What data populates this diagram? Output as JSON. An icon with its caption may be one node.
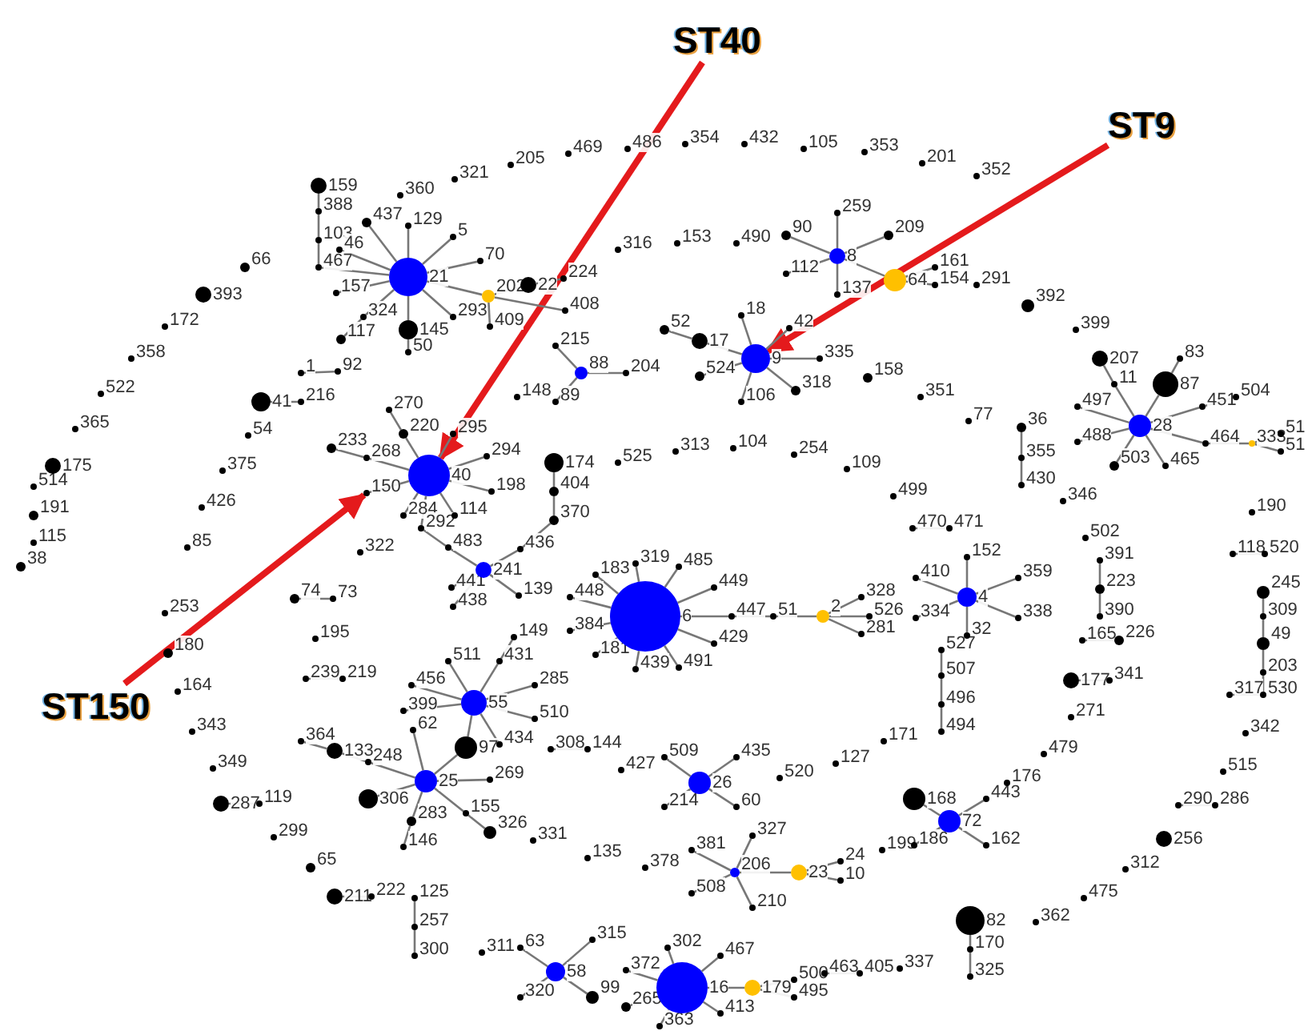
{
  "diagram": {
    "nodes": [
      {
        "text": [
          "ST40"
        ]
      },
      {
        "text": [
          "ST9"
        ]
      },
      {
        "text": [
          "ST150"
        ]
      },
      {
        "text": [
          "159"
        ]
      },
      {
        "text": [
          "388"
        ]
      },
      {
        "text": [
          "103"
        ]
      },
      {
        "text": [
          "467"
        ]
      },
      {
        "text": [
          "360"
        ]
      },
      {
        "text": [
          "437"
        ]
      },
      {
        "text": [
          "129"
        ]
      },
      {
        "text": [
          "5"
        ]
      },
      {
        "text": [
          "21"
        ]
      },
      {
        "text": [
          "70"
        ]
      },
      {
        "text": [
          "46"
        ]
      },
      {
        "text": [
          "157"
        ]
      },
      {
        "text": [
          "324"
        ]
      },
      {
        "text": [
          "293"
        ]
      },
      {
        "text": [
          "145"
        ]
      },
      {
        "text": [
          "50"
        ]
      },
      {
        "text": [
          "202"
        ]
      },
      {
        "text": [
          "22"
        ]
      },
      {
        "text": [
          "224"
        ]
      },
      {
        "text": [
          "409"
        ]
      },
      {
        "text": [
          "408"
        ]
      },
      {
        "text": [
          "117"
        ]
      },
      {
        "text": [
          "1"
        ]
      },
      {
        "text": [
          "92"
        ]
      },
      {
        "text": [
          "41"
        ]
      },
      {
        "text": [
          "216"
        ]
      },
      {
        "text": [
          "321"
        ]
      },
      {
        "text": [
          "205"
        ]
      },
      {
        "text": [
          "469"
        ]
      },
      {
        "text": [
          "486"
        ]
      },
      {
        "text": [
          "354"
        ]
      },
      {
        "text": [
          "432"
        ]
      },
      {
        "text": [
          "105"
        ]
      },
      {
        "text": [
          "353"
        ]
      },
      {
        "text": [
          "201"
        ]
      },
      {
        "text": [
          "352"
        ]
      },
      {
        "text": [
          "66"
        ]
      },
      {
        "text": [
          "393"
        ]
      },
      {
        "text": [
          "172"
        ]
      },
      {
        "text": [
          "358"
        ]
      },
      {
        "text": [
          "522"
        ]
      },
      {
        "text": [
          "365"
        ]
      },
      {
        "text": [
          "175"
        ]
      },
      {
        "text": [
          "514"
        ]
      },
      {
        "text": [
          "191"
        ]
      },
      {
        "text": [
          "115"
        ]
      },
      {
        "text": [
          "38"
        ]
      },
      {
        "text": [
          "54"
        ]
      },
      {
        "text": [
          "375"
        ]
      },
      {
        "text": [
          "426"
        ]
      },
      {
        "text": [
          "85"
        ]
      },
      {
        "text": [
          "322"
        ]
      },
      {
        "text": [
          "316"
        ]
      },
      {
        "text": [
          "153"
        ]
      },
      {
        "text": [
          "490"
        ]
      },
      {
        "text": [
          "259"
        ]
      },
      {
        "text": [
          "90"
        ]
      },
      {
        "text": [
          "112"
        ]
      },
      {
        "text": [
          "8"
        ]
      },
      {
        "text": [
          "137"
        ]
      },
      {
        "text": [
          "209"
        ]
      },
      {
        "text": [
          "64"
        ]
      },
      {
        "text": [
          "161"
        ]
      },
      {
        "text": [
          "154"
        ]
      },
      {
        "text": [
          "291"
        ]
      },
      {
        "text": [
          "392"
        ]
      },
      {
        "text": [
          "399"
        ]
      },
      {
        "text": [
          "215"
        ]
      },
      {
        "text": [
          "88"
        ]
      },
      {
        "text": [
          "204"
        ]
      },
      {
        "text": [
          "148"
        ]
      },
      {
        "text": [
          "89"
        ]
      },
      {
        "text": [
          "52"
        ]
      },
      {
        "text": [
          "17"
        ]
      },
      {
        "text": [
          "18"
        ]
      },
      {
        "text": [
          "42"
        ]
      },
      {
        "text": [
          "9"
        ]
      },
      {
        "text": [
          "335"
        ]
      },
      {
        "text": [
          "524"
        ]
      },
      {
        "text": [
          "318"
        ]
      },
      {
        "text": [
          "106"
        ]
      },
      {
        "text": [
          "158"
        ]
      },
      {
        "text": [
          "351"
        ]
      },
      {
        "text": [
          "77"
        ]
      },
      {
        "text": [
          "207"
        ]
      },
      {
        "text": [
          "83"
        ]
      },
      {
        "text": [
          "87"
        ]
      },
      {
        "text": [
          "11"
        ]
      },
      {
        "text": [
          "497"
        ]
      },
      {
        "text": [
          "451"
        ]
      },
      {
        "text": [
          "504"
        ]
      },
      {
        "text": [
          "28"
        ]
      },
      {
        "text": [
          "36"
        ]
      },
      {
        "text": [
          "355"
        ]
      },
      {
        "text": [
          "430"
        ]
      },
      {
        "text": [
          "488"
        ]
      },
      {
        "text": [
          "464"
        ]
      },
      {
        "text": [
          "333"
        ]
      },
      {
        "text": [
          "51"
        ]
      },
      {
        "text": [
          "51"
        ]
      },
      {
        "text": [
          "503"
        ]
      },
      {
        "text": [
          "465"
        ]
      },
      {
        "text": [
          "270"
        ]
      },
      {
        "text": [
          "220"
        ]
      },
      {
        "text": [
          "233"
        ]
      },
      {
        "text": [
          "268"
        ]
      },
      {
        "text": [
          "40"
        ]
      },
      {
        "text": [
          "295"
        ]
      },
      {
        "text": [
          "294"
        ]
      },
      {
        "text": [
          "198"
        ]
      },
      {
        "text": [
          "150"
        ]
      },
      {
        "text": [
          "284"
        ]
      },
      {
        "text": [
          "114"
        ]
      },
      {
        "text": [
          "292"
        ]
      },
      {
        "text": [
          "313"
        ]
      },
      {
        "text": [
          "104"
        ]
      },
      {
        "text": [
          "254"
        ]
      },
      {
        "text": [
          "525"
        ]
      },
      {
        "text": [
          "109"
        ]
      },
      {
        "text": [
          "174"
        ]
      },
      {
        "text": [
          "404"
        ]
      },
      {
        "text": [
          "370"
        ]
      },
      {
        "text": [
          "436"
        ]
      },
      {
        "text": [
          "483"
        ]
      },
      {
        "text": [
          "241"
        ]
      },
      {
        "text": [
          "139"
        ]
      },
      {
        "text": [
          "441"
        ]
      },
      {
        "text": [
          "438"
        ]
      },
      {
        "text": [
          "499"
        ]
      },
      {
        "text": [
          "346"
        ]
      },
      {
        "text": [
          "190"
        ]
      },
      {
        "text": [
          "470"
        ]
      },
      {
        "text": [
          "471"
        ]
      },
      {
        "text": [
          "502"
        ]
      },
      {
        "text": [
          "118"
        ]
      },
      {
        "text": [
          "520"
        ]
      },
      {
        "text": [
          "391"
        ]
      },
      {
        "text": [
          "223"
        ]
      },
      {
        "text": [
          "390"
        ]
      },
      {
        "text": [
          "152"
        ]
      },
      {
        "text": [
          "410"
        ]
      },
      {
        "text": [
          "359"
        ]
      },
      {
        "text": [
          "4"
        ]
      },
      {
        "text": [
          "334"
        ]
      },
      {
        "text": [
          "338"
        ]
      },
      {
        "text": [
          "32"
        ]
      },
      {
        "text": [
          "245"
        ]
      },
      {
        "text": [
          "309"
        ]
      },
      {
        "text": [
          "49"
        ]
      },
      {
        "text": [
          "203"
        ]
      },
      {
        "text": [
          "317"
        ]
      },
      {
        "text": [
          "530"
        ]
      },
      {
        "text": [
          "165"
        ]
      },
      {
        "text": [
          "226"
        ]
      },
      {
        "text": [
          "527"
        ]
      },
      {
        "text": [
          "507"
        ]
      },
      {
        "text": [
          "496"
        ]
      },
      {
        "text": [
          "494"
        ]
      },
      {
        "text": [
          "177"
        ]
      },
      {
        "text": [
          "341"
        ]
      },
      {
        "text": [
          "271"
        ]
      },
      {
        "text": [
          "6"
        ]
      },
      {
        "text": [
          "183"
        ]
      },
      {
        "text": [
          "319"
        ]
      },
      {
        "text": [
          "485"
        ]
      },
      {
        "text": [
          "449"
        ]
      },
      {
        "text": [
          "448"
        ]
      },
      {
        "text": [
          "384"
        ]
      },
      {
        "text": [
          "181"
        ]
      },
      {
        "text": [
          "439"
        ]
      },
      {
        "text": [
          "491"
        ]
      },
      {
        "text": [
          "429"
        ]
      },
      {
        "text": [
          "447"
        ]
      },
      {
        "text": [
          "51"
        ]
      },
      {
        "text": [
          "2"
        ]
      },
      {
        "text": [
          "328"
        ]
      },
      {
        "text": [
          "526"
        ]
      },
      {
        "text": [
          "281"
        ]
      },
      {
        "text": [
          "74"
        ]
      },
      {
        "text": [
          "73"
        ]
      },
      {
        "text": [
          "253"
        ]
      },
      {
        "text": [
          "195"
        ]
      },
      {
        "text": [
          "180"
        ]
      },
      {
        "text": [
          "239"
        ]
      },
      {
        "text": [
          "219"
        ]
      },
      {
        "text": [
          "164"
        ]
      },
      {
        "text": [
          "343"
        ]
      },
      {
        "text": [
          "349"
        ]
      },
      {
        "text": [
          "287"
        ]
      },
      {
        "text": [
          "119"
        ]
      },
      {
        "text": [
          "299"
        ]
      },
      {
        "text": [
          "65"
        ]
      },
      {
        "text": [
          "211"
        ]
      },
      {
        "text": [
          "222"
        ]
      },
      {
        "text": [
          "125"
        ]
      },
      {
        "text": [
          "257"
        ]
      },
      {
        "text": [
          "300"
        ]
      },
      {
        "text": [
          "456"
        ]
      },
      {
        "text": [
          "511"
        ]
      },
      {
        "text": [
          "149"
        ]
      },
      {
        "text": [
          "431"
        ]
      },
      {
        "text": [
          "285"
        ]
      },
      {
        "text": [
          "399"
        ]
      },
      {
        "text": [
          "62"
        ]
      },
      {
        "text": [
          "55"
        ]
      },
      {
        "text": [
          "510"
        ]
      },
      {
        "text": [
          "434"
        ]
      },
      {
        "text": [
          "97"
        ]
      },
      {
        "text": [
          "364"
        ]
      },
      {
        "text": [
          "133"
        ]
      },
      {
        "text": [
          "248"
        ]
      },
      {
        "text": [
          "306"
        ]
      },
      {
        "text": [
          "25"
        ]
      },
      {
        "text": [
          "269"
        ]
      },
      {
        "text": [
          "283"
        ]
      },
      {
        "text": [
          "146"
        ]
      },
      {
        "text": [
          "155"
        ]
      },
      {
        "text": [
          "326"
        ]
      },
      {
        "text": [
          "308"
        ]
      },
      {
        "text": [
          "144"
        ]
      },
      {
        "text": [
          "427"
        ]
      },
      {
        "text": [
          "509"
        ]
      },
      {
        "text": [
          "435"
        ]
      },
      {
        "text": [
          "26"
        ]
      },
      {
        "text": [
          "214"
        ]
      },
      {
        "text": [
          "60"
        ]
      },
      {
        "text": [
          "520"
        ]
      },
      {
        "text": [
          "127"
        ]
      },
      {
        "text": [
          "171"
        ]
      },
      {
        "text": [
          "479"
        ]
      },
      {
        "text": [
          "176"
        ]
      },
      {
        "text": [
          "342"
        ]
      },
      {
        "text": [
          "515"
        ]
      },
      {
        "text": [
          "290"
        ]
      },
      {
        "text": [
          "286"
        ]
      },
      {
        "text": [
          "168"
        ]
      },
      {
        "text": [
          "443"
        ]
      },
      {
        "text": [
          "72"
        ]
      },
      {
        "text": [
          "186"
        ]
      },
      {
        "text": [
          "162"
        ]
      },
      {
        "text": [
          "199"
        ]
      },
      {
        "text": [
          "256"
        ]
      },
      {
        "text": [
          "331"
        ]
      },
      {
        "text": [
          "135"
        ]
      },
      {
        "text": [
          "378"
        ]
      },
      {
        "text": [
          "381"
        ]
      },
      {
        "text": [
          "327"
        ]
      },
      {
        "text": [
          "206"
        ]
      },
      {
        "text": [
          "23"
        ]
      },
      {
        "text": [
          "24"
        ]
      },
      {
        "text": [
          "10"
        ]
      },
      {
        "text": [
          "508"
        ]
      },
      {
        "text": [
          "210"
        ]
      },
      {
        "text": [
          "312"
        ]
      },
      {
        "text": [
          "475"
        ]
      },
      {
        "text": [
          "362"
        ]
      },
      {
        "text": [
          "82"
        ]
      },
      {
        "text": [
          "170"
        ]
      },
      {
        "text": [
          "325"
        ]
      },
      {
        "text": [
          "311"
        ]
      },
      {
        "text": [
          "63"
        ]
      },
      {
        "text": [
          "315"
        ]
      },
      {
        "text": [
          "58"
        ]
      },
      {
        "text": [
          "320"
        ]
      },
      {
        "text": [
          "99"
        ]
      },
      {
        "text": [
          "302"
        ]
      },
      {
        "text": [
          "467"
        ]
      },
      {
        "text": [
          "372"
        ]
      },
      {
        "text": [
          "16"
        ]
      },
      {
        "text": [
          "265"
        ]
      },
      {
        "text": [
          "363"
        ]
      },
      {
        "text": [
          "413"
        ]
      },
      {
        "text": [
          "179"
        ]
      },
      {
        "text": [
          "500"
        ]
      },
      {
        "text": [
          "495"
        ]
      },
      {
        "text": [
          "463"
        ]
      },
      {
        "text": [
          "405"
        ]
      },
      {
        "text": [
          "337"
        ]
      }
    ],
    "edges": [
      {
        "from": 0,
        "to": 109,
        "arrow": "to",
        "style": "thick",
        "color": "#e41a1c"
      },
      {
        "from": 1,
        "to": 79,
        "arrow": "to",
        "style": "thick",
        "color": "#e41a1c"
      },
      {
        "from": 2,
        "to": 113,
        "arrow": "to",
        "style": "thick",
        "color": "#e41a1c"
      },
      {
        "from": 3,
        "to": 4,
        "arrow": "none"
      },
      {
        "from": 4,
        "to": 5,
        "arrow": "none"
      },
      {
        "from": 5,
        "to": 6,
        "arrow": "none"
      },
      {
        "from": 6,
        "to": 11,
        "arrow": "none"
      },
      {
        "from": 11,
        "to": 8,
        "arrow": "none"
      },
      {
        "from": 11,
        "to": 9,
        "arrow": "none"
      },
      {
        "from": 11,
        "to": 10,
        "arrow": "none"
      },
      {
        "from": 11,
        "to": 12,
        "arrow": "none"
      },
      {
        "from": 11,
        "to": 13,
        "arrow": "none"
      },
      {
        "from": 11,
        "to": 14,
        "arrow": "none"
      },
      {
        "from": 11,
        "to": 15,
        "arrow": "none"
      },
      {
        "from": 15,
        "to": 24,
        "arrow": "none"
      },
      {
        "from": 11,
        "to": 16,
        "arrow": "none"
      },
      {
        "from": 11,
        "to": 17,
        "arrow": "none"
      },
      {
        "from": 17,
        "to": 18,
        "arrow": "none"
      },
      {
        "from": 11,
        "to": 19,
        "arrow": "none"
      },
      {
        "from": 19,
        "to": 20,
        "arrow": "none"
      },
      {
        "from": 20,
        "to": 21,
        "arrow": "none"
      },
      {
        "from": 19,
        "to": 22,
        "arrow": "none"
      },
      {
        "from": 19,
        "to": 23,
        "arrow": "none"
      },
      {
        "from": 25,
        "to": 26,
        "arrow": "none"
      },
      {
        "from": 27,
        "to": 28,
        "arrow": "none"
      },
      {
        "from": 61,
        "to": 58,
        "arrow": "none"
      },
      {
        "from": 61,
        "to": 59,
        "arrow": "none"
      },
      {
        "from": 61,
        "to": 60,
        "arrow": "none"
      },
      {
        "from": 61,
        "to": 62,
        "arrow": "none"
      },
      {
        "from": 61,
        "to": 63,
        "arrow": "none"
      },
      {
        "from": 61,
        "to": 64,
        "arrow": "none"
      },
      {
        "from": 64,
        "to": 65,
        "arrow": "none"
      },
      {
        "from": 64,
        "to": 66,
        "arrow": "none"
      },
      {
        "from": 71,
        "to": 70,
        "arrow": "none"
      },
      {
        "from": 71,
        "to": 72,
        "arrow": "none"
      },
      {
        "from": 71,
        "to": 74,
        "arrow": "none"
      },
      {
        "from": 75,
        "to": 76,
        "arrow": "none"
      },
      {
        "from": 76,
        "to": 79,
        "arrow": "none"
      },
      {
        "from": 79,
        "to": 77,
        "arrow": "none"
      },
      {
        "from": 79,
        "to": 78,
        "arrow": "none"
      },
      {
        "from": 79,
        "to": 80,
        "arrow": "none"
      },
      {
        "from": 79,
        "to": 82,
        "arrow": "none"
      },
      {
        "from": 79,
        "to": 83,
        "arrow": "none"
      },
      {
        "from": 79,
        "to": 81,
        "arrow": "none"
      },
      {
        "from": 87,
        "to": 90,
        "arrow": "none"
      },
      {
        "from": 90,
        "to": 94,
        "arrow": "none"
      },
      {
        "from": 88,
        "to": 89,
        "arrow": "none"
      },
      {
        "from": 89,
        "to": 94,
        "arrow": "none"
      },
      {
        "from": 94,
        "to": 91,
        "arrow": "none"
      },
      {
        "from": 94,
        "to": 98,
        "arrow": "none"
      },
      {
        "from": 94,
        "to": 103,
        "arrow": "none"
      },
      {
        "from": 94,
        "to": 104,
        "arrow": "none"
      },
      {
        "from": 94,
        "to": 92,
        "arrow": "none"
      },
      {
        "from": 92,
        "to": 93,
        "arrow": "none"
      },
      {
        "from": 94,
        "to": 99,
        "arrow": "none"
      },
      {
        "from": 99,
        "to": 100,
        "arrow": "none"
      },
      {
        "from": 100,
        "to": 101,
        "arrow": "none"
      },
      {
        "from": 100,
        "to": 102,
        "arrow": "none"
      },
      {
        "from": 95,
        "to": 96,
        "arrow": "none"
      },
      {
        "from": 96,
        "to": 97,
        "arrow": "none"
      },
      {
        "from": 105,
        "to": 106,
        "arrow": "none"
      },
      {
        "from": 106,
        "to": 109,
        "arrow": "none"
      },
      {
        "from": 107,
        "to": 108,
        "arrow": "none"
      },
      {
        "from": 108,
        "to": 109,
        "arrow": "none"
      },
      {
        "from": 109,
        "to": 110,
        "arrow": "none"
      },
      {
        "from": 109,
        "to": 111,
        "arrow": "none"
      },
      {
        "from": 109,
        "to": 112,
        "arrow": "none"
      },
      {
        "from": 109,
        "to": 113,
        "arrow": "none"
      },
      {
        "from": 109,
        "to": 114,
        "arrow": "none"
      },
      {
        "from": 109,
        "to": 115,
        "arrow": "none"
      },
      {
        "from": 109,
        "to": 116,
        "arrow": "none"
      },
      {
        "from": 116,
        "to": 126,
        "arrow": "none"
      },
      {
        "from": 126,
        "to": 127,
        "arrow": "none"
      },
      {
        "from": 122,
        "to": 123,
        "arrow": "none"
      },
      {
        "from": 123,
        "to": 124,
        "arrow": "none"
      },
      {
        "from": 124,
        "to": 125,
        "arrow": "none"
      },
      {
        "from": 125,
        "to": 127,
        "arrow": "none"
      },
      {
        "from": 127,
        "to": 128,
        "arrow": "none"
      },
      {
        "from": 127,
        "to": 129,
        "arrow": "none"
      },
      {
        "from": 127,
        "to": 130,
        "arrow": "none"
      },
      {
        "from": 134,
        "to": 135,
        "arrow": "none"
      },
      {
        "from": 137,
        "to": 138,
        "arrow": "none"
      },
      {
        "from": 139,
        "to": 140,
        "arrow": "none"
      },
      {
        "from": 140,
        "to": 141,
        "arrow": "none"
      },
      {
        "from": 155,
        "to": 156,
        "arrow": "none"
      },
      {
        "from": 145,
        "to": 142,
        "arrow": "none"
      },
      {
        "from": 145,
        "to": 143,
        "arrow": "none"
      },
      {
        "from": 145,
        "to": 144,
        "arrow": "none"
      },
      {
        "from": 145,
        "to": 146,
        "arrow": "none"
      },
      {
        "from": 145,
        "to": 147,
        "arrow": "none"
      },
      {
        "from": 145,
        "to": 148,
        "arrow": "none"
      },
      {
        "from": 149,
        "to": 150,
        "arrow": "none"
      },
      {
        "from": 150,
        "to": 151,
        "arrow": "none"
      },
      {
        "from": 151,
        "to": 152,
        "arrow": "none"
      },
      {
        "from": 152,
        "to": 154,
        "arrow": "none"
      },
      {
        "from": 153,
        "to": 154,
        "arrow": "none"
      },
      {
        "from": 157,
        "to": 158,
        "arrow": "none"
      },
      {
        "from": 158,
        "to": 159,
        "arrow": "none"
      },
      {
        "from": 159,
        "to": 160,
        "arrow": "none"
      },
      {
        "from": 161,
        "to": 162,
        "arrow": "none"
      },
      {
        "from": 164,
        "to": 165,
        "arrow": "none"
      },
      {
        "from": 164,
        "to": 166,
        "arrow": "none"
      },
      {
        "from": 164,
        "to": 167,
        "arrow": "none"
      },
      {
        "from": 164,
        "to": 168,
        "arrow": "none"
      },
      {
        "from": 164,
        "to": 169,
        "arrow": "none"
      },
      {
        "from": 164,
        "to": 170,
        "arrow": "none"
      },
      {
        "from": 164,
        "to": 171,
        "arrow": "none"
      },
      {
        "from": 164,
        "to": 172,
        "arrow": "none"
      },
      {
        "from": 164,
        "to": 173,
        "arrow": "none"
      },
      {
        "from": 164,
        "to": 174,
        "arrow": "none"
      },
      {
        "from": 164,
        "to": 175,
        "arrow": "none"
      },
      {
        "from": 175,
        "to": 176,
        "arrow": "none"
      },
      {
        "from": 176,
        "to": 177,
        "arrow": "none"
      },
      {
        "from": 177,
        "to": 178,
        "arrow": "none"
      },
      {
        "from": 177,
        "to": 179,
        "arrow": "none"
      },
      {
        "from": 177,
        "to": 180,
        "arrow": "none"
      },
      {
        "from": 181,
        "to": 182,
        "arrow": "none"
      },
      {
        "from": 186,
        "to": 187,
        "arrow": "none"
      },
      {
        "from": 191,
        "to": 192,
        "arrow": "none"
      },
      {
        "from": 195,
        "to": 196,
        "arrow": "none"
      },
      {
        "from": 197,
        "to": 198,
        "arrow": "none"
      },
      {
        "from": 198,
        "to": 199,
        "arrow": "none"
      },
      {
        "from": 207,
        "to": 200,
        "arrow": "none"
      },
      {
        "from": 207,
        "to": 201,
        "arrow": "none"
      },
      {
        "from": 207,
        "to": 203,
        "arrow": "none"
      },
      {
        "from": 203,
        "to": 202,
        "arrow": "none"
      },
      {
        "from": 207,
        "to": 204,
        "arrow": "none"
      },
      {
        "from": 207,
        "to": 205,
        "arrow": "none"
      },
      {
        "from": 207,
        "to": 208,
        "arrow": "none"
      },
      {
        "from": 207,
        "to": 209,
        "arrow": "none"
      },
      {
        "from": 207,
        "to": 210,
        "arrow": "none"
      },
      {
        "from": 210,
        "to": 215,
        "arrow": "none"
      },
      {
        "from": 206,
        "to": 215,
        "arrow": "none"
      },
      {
        "from": 211,
        "to": 212,
        "arrow": "none"
      },
      {
        "from": 212,
        "to": 213,
        "arrow": "none"
      },
      {
        "from": 213,
        "to": 215,
        "arrow": "none"
      },
      {
        "from": 214,
        "to": 215,
        "arrow": "none"
      },
      {
        "from": 215,
        "to": 216,
        "arrow": "none"
      },
      {
        "from": 215,
        "to": 217,
        "arrow": "none"
      },
      {
        "from": 217,
        "to": 218,
        "arrow": "none"
      },
      {
        "from": 215,
        "to": 219,
        "arrow": "none"
      },
      {
        "from": 219,
        "to": 220,
        "arrow": "none"
      },
      {
        "from": 221,
        "to": 222,
        "arrow": "none"
      },
      {
        "from": 226,
        "to": 224,
        "arrow": "none"
      },
      {
        "from": 226,
        "to": 225,
        "arrow": "none"
      },
      {
        "from": 226,
        "to": 227,
        "arrow": "none"
      },
      {
        "from": 226,
        "to": 228,
        "arrow": "none"
      },
      {
        "from": 236,
        "to": 237,
        "arrow": "none"
      },
      {
        "from": 238,
        "to": 240,
        "arrow": "none"
      },
      {
        "from": 240,
        "to": 239,
        "arrow": "none"
      },
      {
        "from": 240,
        "to": 241,
        "arrow": "none"
      },
      {
        "from": 240,
        "to": 242,
        "arrow": "none"
      },
      {
        "from": 250,
        "to": 248,
        "arrow": "none"
      },
      {
        "from": 250,
        "to": 249,
        "arrow": "none"
      },
      {
        "from": 250,
        "to": 254,
        "arrow": "none"
      },
      {
        "from": 250,
        "to": 255,
        "arrow": "none"
      },
      {
        "from": 250,
        "to": 251,
        "arrow": "none"
      },
      {
        "from": 251,
        "to": 252,
        "arrow": "none"
      },
      {
        "from": 251,
        "to": 253,
        "arrow": "none"
      },
      {
        "from": 259,
        "to": 260,
        "arrow": "none"
      },
      {
        "from": 260,
        "to": 261,
        "arrow": "none"
      },
      {
        "from": 265,
        "to": 263,
        "arrow": "none"
      },
      {
        "from": 265,
        "to": 264,
        "arrow": "none"
      },
      {
        "from": 265,
        "to": 266,
        "arrow": "none"
      },
      {
        "from": 265,
        "to": 267,
        "arrow": "none"
      },
      {
        "from": 271,
        "to": 268,
        "arrow": "none"
      },
      {
        "from": 271,
        "to": 269,
        "arrow": "none"
      },
      {
        "from": 271,
        "to": 270,
        "arrow": "none"
      },
      {
        "from": 271,
        "to": 272,
        "arrow": "none"
      },
      {
        "from": 271,
        "to": 273,
        "arrow": "none"
      },
      {
        "from": 271,
        "to": 274,
        "arrow": "none"
      },
      {
        "from": 271,
        "to": 275,
        "arrow": "none"
      },
      {
        "from": 275,
        "to": 276,
        "arrow": "none"
      },
      {
        "from": 275,
        "to": 277,
        "arrow": "none"
      },
      {
        "from": 278,
        "to": 279,
        "arrow": "none"
      }
    ]
  }
}
